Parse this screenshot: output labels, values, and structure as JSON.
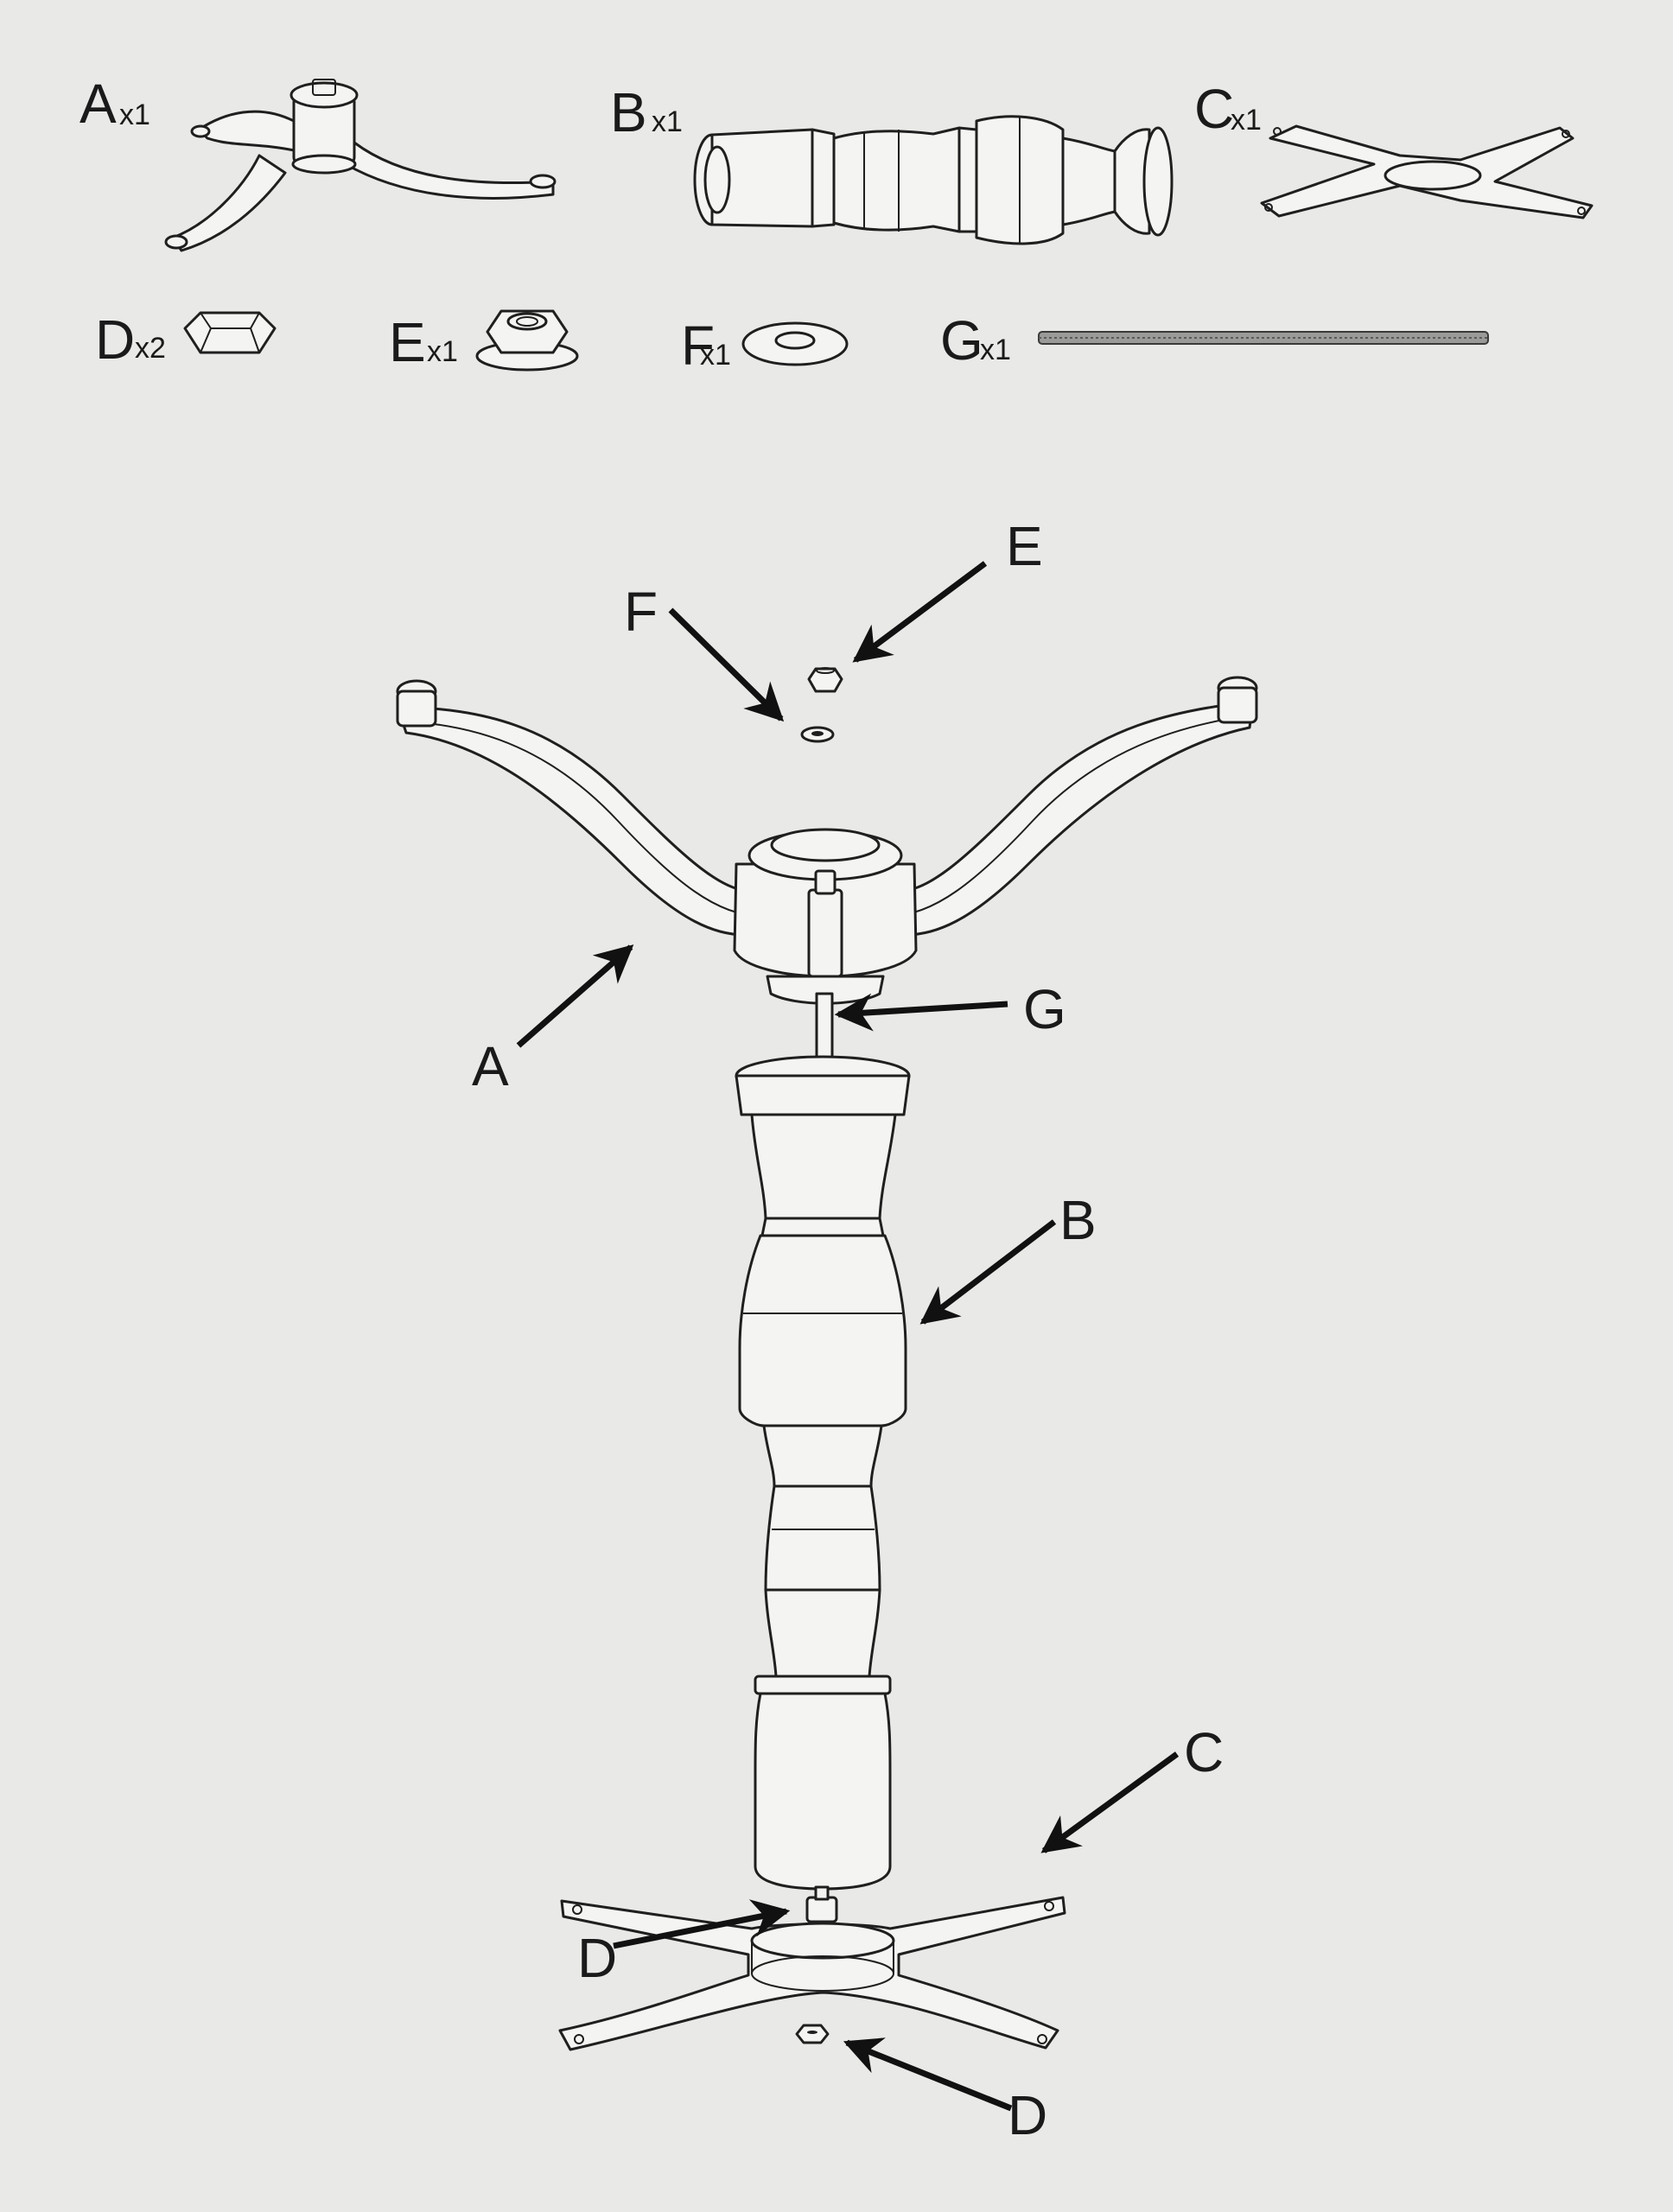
{
  "parts": [
    {
      "letter": "A",
      "qty": "x1"
    },
    {
      "letter": "B",
      "qty": "x1"
    },
    {
      "letter": "C",
      "qty": "x1"
    },
    {
      "letter": "D",
      "qty": "x2"
    },
    {
      "letter": "E",
      "qty": "x1"
    },
    {
      "letter": "F",
      "qty": "x1"
    },
    {
      "letter": "G",
      "qty": "x1"
    }
  ],
  "callouts": {
    "E": "E",
    "F": "F",
    "A": "A",
    "G": "G",
    "B": "B",
    "C": "C",
    "D_upper": "D",
    "D_lower": "D"
  }
}
